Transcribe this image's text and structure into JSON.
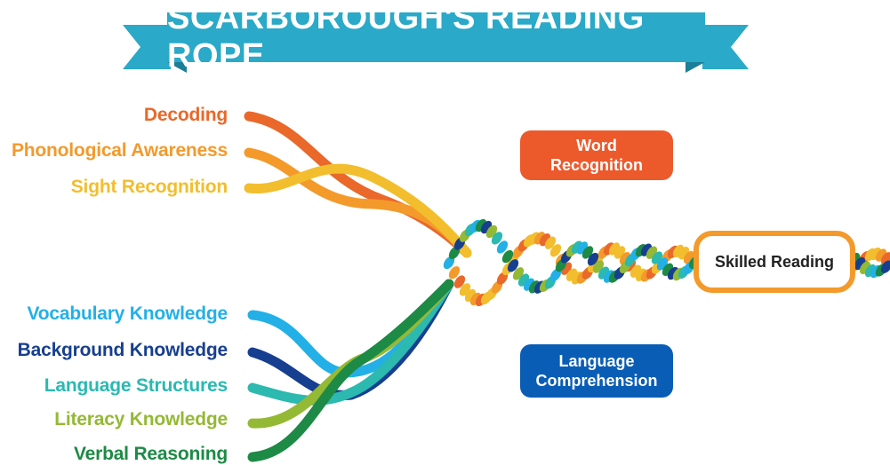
{
  "title": "SCARBOROUGH'S READING ROPE",
  "word_recognition": {
    "label": "Word\nRecognition",
    "color": "#ec5a2c",
    "strands": [
      {
        "label": "Decoding",
        "color": "#e9682a"
      },
      {
        "label": "Phonological Awareness",
        "color": "#f39a2b"
      },
      {
        "label": "Sight Recognition",
        "color": "#f2be2e"
      }
    ]
  },
  "language_comprehension": {
    "label": "Language\nComprehension",
    "color": "#0a5db5",
    "strands": [
      {
        "label": "Vocabulary Knowledge",
        "color": "#23b0e6"
      },
      {
        "label": "Background Knowledge",
        "color": "#173f8f"
      },
      {
        "label": "Language Structures",
        "color": "#2bb9b0"
      },
      {
        "label": "Literacy Knowledge",
        "color": "#94b935"
      },
      {
        "label": "Verbal Reasoning",
        "color": "#1d8a45"
      }
    ]
  },
  "result": {
    "label": "Skilled Reading"
  },
  "colors": {
    "banner": "#2aa9c8",
    "banner_fold": "#1c7f98"
  }
}
